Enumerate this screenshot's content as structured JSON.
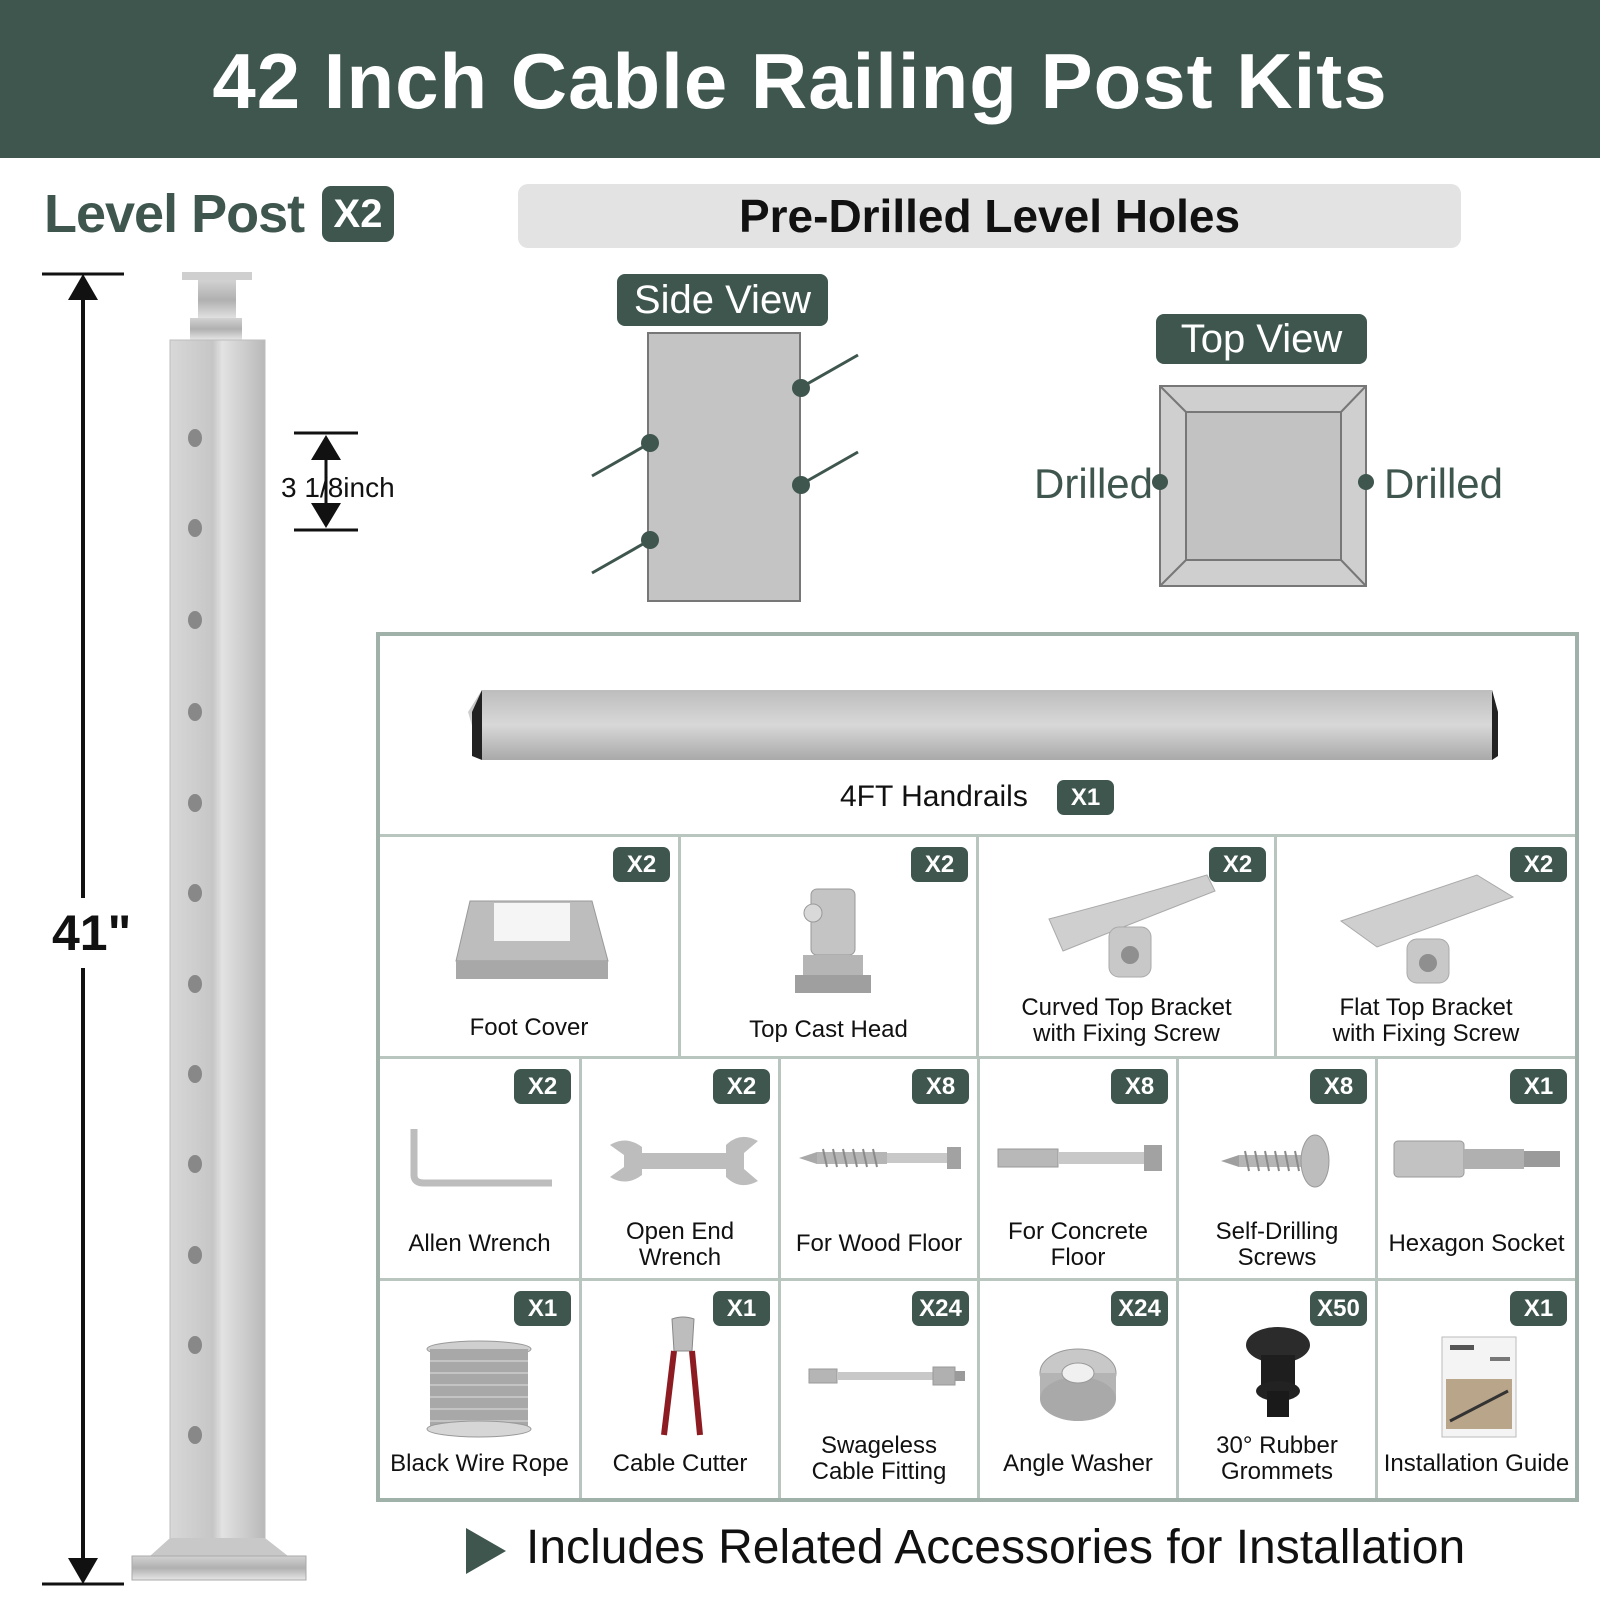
{
  "title": "42 Inch Cable Railing Post Kits",
  "level_post": {
    "label": "Level Post",
    "qty": "X2",
    "height": "41\"",
    "hole_spacing": "3 1/8inch"
  },
  "holes": {
    "header": "Pre-Drilled Level Holes",
    "side_view": "Side View",
    "top_view": "Top View",
    "drilled_left": "Drilled",
    "drilled_right": "Drilled"
  },
  "handrail": {
    "label": "4FT Handrails",
    "qty": "X1"
  },
  "row1": [
    {
      "label": "Foot Cover",
      "qty": "X2",
      "icon": "foot-cover-icon"
    },
    {
      "label": "Top Cast Head",
      "qty": "X2",
      "icon": "cast-head-icon"
    },
    {
      "label": "Curved Top Bracket\nwith Fixing Screw",
      "qty": "X2",
      "icon": "curved-bracket-icon"
    },
    {
      "label": "Flat Top Bracket\nwith Fixing Screw",
      "qty": "X2",
      "icon": "flat-bracket-icon"
    }
  ],
  "row2": [
    {
      "label": "Allen Wrench",
      "qty": "X2",
      "icon": "allen-wrench-icon"
    },
    {
      "label": "Open End\nWrench",
      "qty": "X2",
      "icon": "open-end-wrench-icon"
    },
    {
      "label": "For Wood Floor",
      "qty": "X8",
      "icon": "wood-screw-icon"
    },
    {
      "label": "For Concrete\nFloor",
      "qty": "X8",
      "icon": "concrete-anchor-icon"
    },
    {
      "label": "Self-Drilling\nScrews",
      "qty": "X8",
      "icon": "self-drilling-screw-icon"
    },
    {
      "label": "Hexagon Socket",
      "qty": "X1",
      "icon": "hex-socket-icon"
    }
  ],
  "row3": [
    {
      "label": "Black Wire Rope",
      "qty": "X1",
      "icon": "wire-rope-icon"
    },
    {
      "label": "Cable Cutter",
      "qty": "X1",
      "icon": "cable-cutter-icon"
    },
    {
      "label": "Swageless\nCable Fitting",
      "qty": "X24",
      "icon": "cable-fitting-icon"
    },
    {
      "label": "Angle Washer",
      "qty": "X24",
      "icon": "angle-washer-icon"
    },
    {
      "label": "30° Rubber\nGrommets",
      "qty": "X50",
      "icon": "rubber-grommet-icon"
    },
    {
      "label": "Installation Guide",
      "qty": "X1",
      "icon": "installation-guide-icon"
    }
  ],
  "footer": "Includes Related Accessories for Installation",
  "colors": {
    "brand": "#3e564d",
    "panel": "#e3e3e3",
    "border": "#9fb1a8"
  }
}
